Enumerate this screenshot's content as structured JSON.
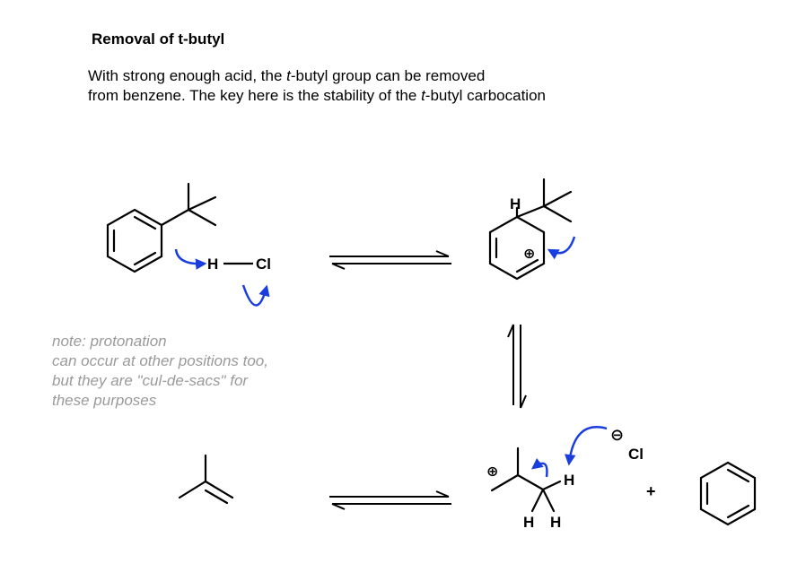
{
  "title": "Removal of t-butyl",
  "intro": {
    "line1_a": "With strong enough acid, the ",
    "line1_italic": "t",
    "line1_b": "-butyl group can be removed",
    "line2_a": "from benzene. The key here is the stability of the ",
    "line2_italic": "t",
    "line2_b": "-butyl carbocation"
  },
  "note": {
    "lines": [
      "note: protonation",
      "can occur at other positions too,",
      "but they are \"cul-de-sacs\" for",
      "these purposes"
    ]
  },
  "atoms": {
    "hcl_h": "H",
    "hcl_cl": "Cl",
    "arenium_h": "H",
    "arenium_charge": "⊕",
    "cation_charge": "⊕",
    "methyl_h1": "H",
    "methyl_h2": "H",
    "methyl_h3": "H",
    "chloride_charge": "⊖",
    "chloride_cl": "Cl",
    "plus_sign": "+"
  },
  "colors": {
    "arrow": "#1a3de0",
    "bond": "#000000",
    "note": "#9a9a9a"
  }
}
